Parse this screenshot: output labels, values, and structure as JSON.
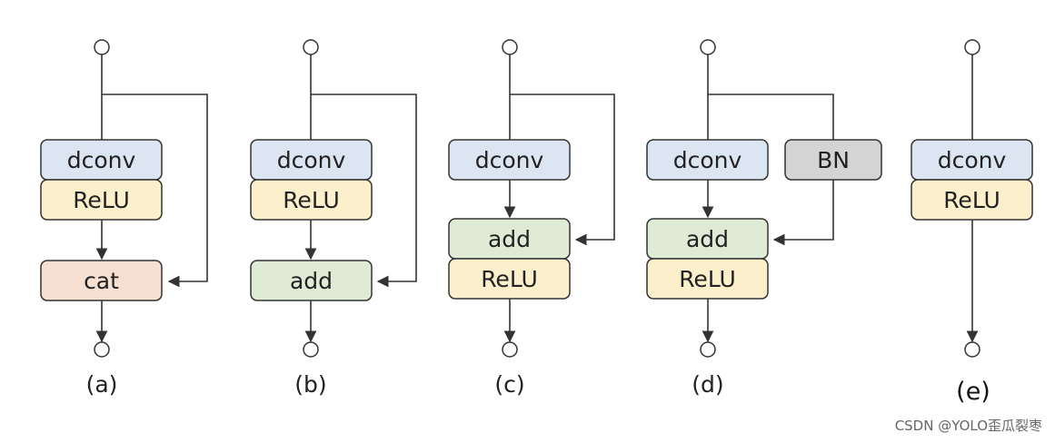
{
  "colors": {
    "dconv": "#dbe6f2",
    "relu": "#fcefcb",
    "cat": "#f7dfd2",
    "add": "#dfebd4",
    "bn": "#d4d4d4",
    "stroke": "#333333"
  },
  "panels": [
    {
      "caption": "(a)",
      "boxes": [
        "dconv",
        "ReLU",
        "cat"
      ]
    },
    {
      "caption": "(b)",
      "boxes": [
        "dconv",
        "ReLU",
        "add"
      ]
    },
    {
      "caption": "(c)",
      "boxes": [
        "dconv",
        "add",
        "ReLU"
      ]
    },
    {
      "caption": "(d)",
      "boxes": [
        "dconv",
        "BN",
        "add",
        "ReLU"
      ]
    },
    {
      "caption": "(e)",
      "boxes": [
        "dconv",
        "ReLU"
      ]
    }
  ],
  "watermark": "CSDN @YOLO歪瓜裂枣"
}
